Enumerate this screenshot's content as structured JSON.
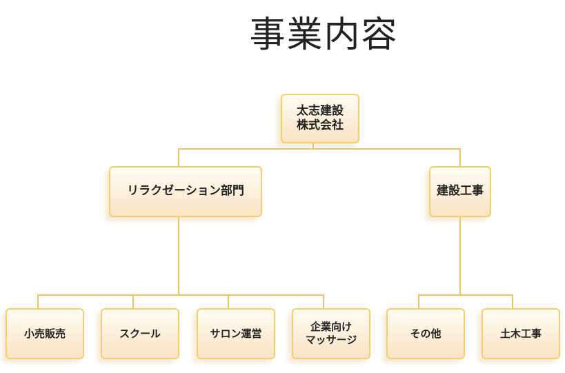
{
  "title": "事業内容",
  "org": {
    "root": [
      "太志建設",
      "株式会社"
    ],
    "division_relax": "リラクゼーション部門",
    "division_construction": "建設工事",
    "relax_children": [
      "小売販売",
      "スクール",
      "サロン運営",
      [
        "企業向け",
        "マッサージ"
      ]
    ],
    "construction_children": [
      "その他",
      "土木工事"
    ]
  },
  "colors": {
    "connector": "#e9c46a",
    "box_border": "#f3cf6c",
    "box_fill": "#fdeed8"
  }
}
